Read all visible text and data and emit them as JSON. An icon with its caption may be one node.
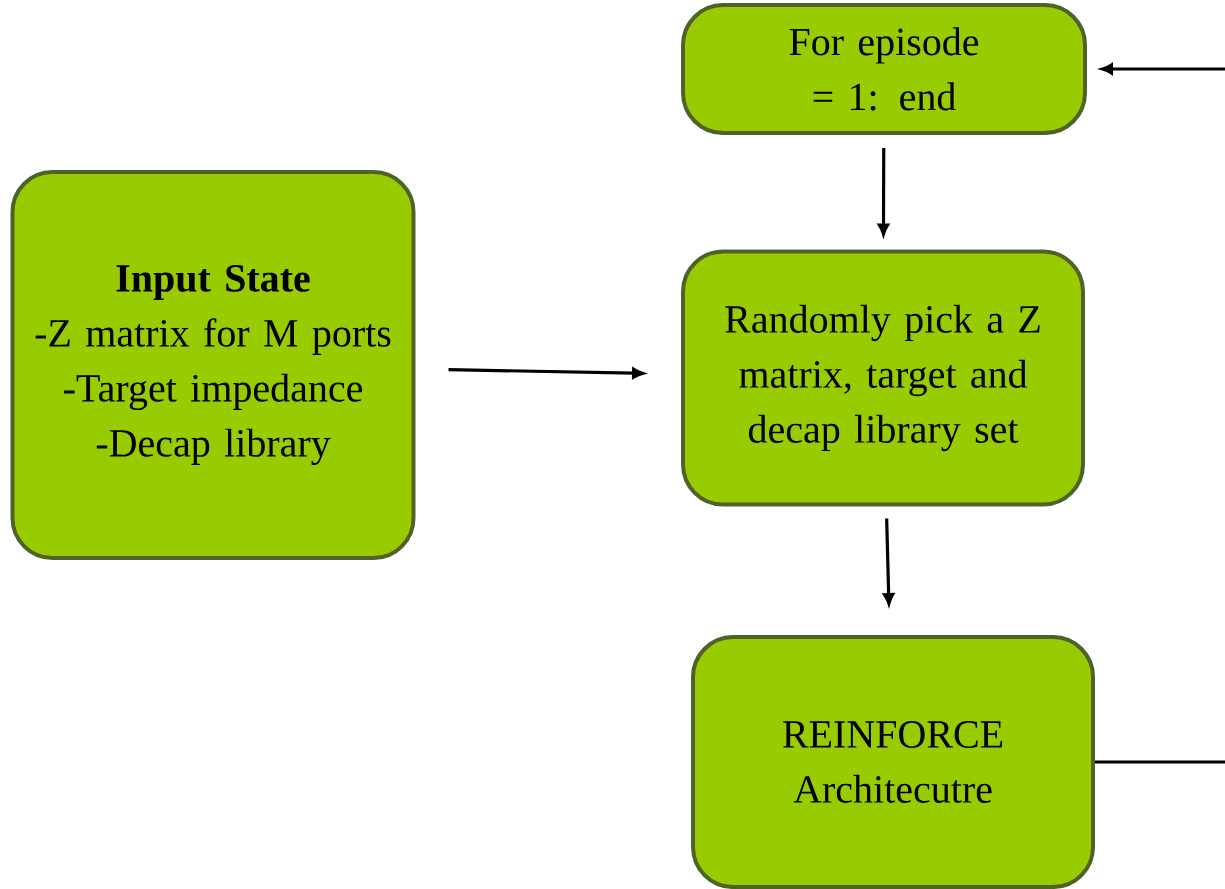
{
  "diagram": {
    "nodes": [
      {
        "text": [
          "For episode = 1: end"
        ]
      },
      {
        "text": [
          "Input State",
          "-Z matrix for M ports",
          "-Target impedance",
          "-Decap library"
        ]
      },
      {
        "text": [
          "Randomly pick a Z matrix, target and decap library set"
        ]
      },
      {
        "text": [
          "REINFORCE Architecutre"
        ]
      }
    ],
    "edges": [
      {
        "from": 1,
        "to": 2,
        "arrow": "to"
      },
      {
        "from": 0,
        "to": 2,
        "arrow": "to"
      },
      {
        "from": 2,
        "to": 3,
        "arrow": "to"
      },
      {
        "from": 3,
        "to": 0,
        "arrow": "to"
      }
    ]
  }
}
